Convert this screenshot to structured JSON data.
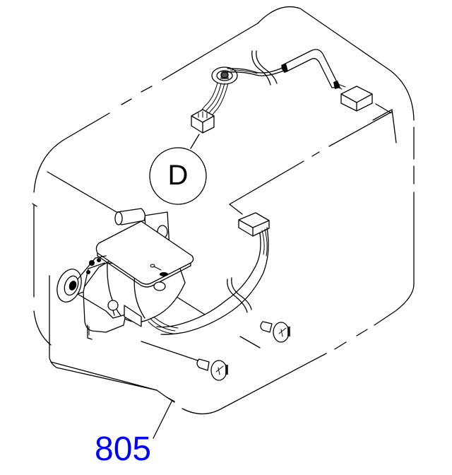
{
  "diagram": {
    "type": "exploded-parts-view",
    "part_number": "805",
    "part_number_color": "#0000ff",
    "callout": {
      "label": "D"
    },
    "components": [
      {
        "name": "solenoid-motor-assembly"
      },
      {
        "name": "wire-harness-with-ferrite-core"
      },
      {
        "name": "connector-upper-left"
      },
      {
        "name": "connector-upper-right"
      },
      {
        "name": "connector-middle"
      },
      {
        "name": "screw-right"
      },
      {
        "name": "screw-lower"
      }
    ],
    "line_color": "#000000",
    "background": "#ffffff"
  }
}
